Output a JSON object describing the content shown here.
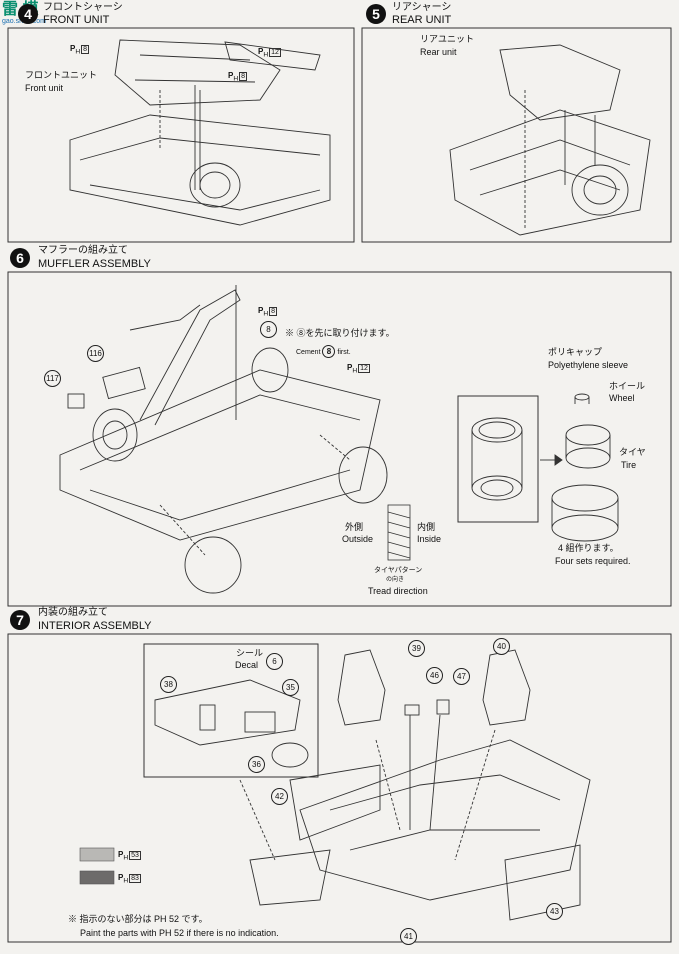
{
  "steps": {
    "s4": {
      "number": "4",
      "jp": "フロントシャーシ",
      "en": "FRONT UNIT"
    },
    "s5": {
      "number": "5",
      "jp": "リアシャーシ",
      "en": "REAR UNIT"
    },
    "s6": {
      "number": "6",
      "jp": "マフラーの組み立て",
      "en": "MUFFLER ASSEMBLY"
    },
    "s7": {
      "number": "7",
      "jp": "内装の組み立て",
      "en": "INTERIOR ASSEMBLY"
    }
  },
  "front_unit": {
    "jp": "フロントユニット",
    "en": "Front unit",
    "ph_a": "8",
    "ph_b": "12",
    "ph_c": "8"
  },
  "rear_unit": {
    "jp": "リアユニット",
    "en": "Rear unit"
  },
  "muffler": {
    "ph_top": "8",
    "ph_right": "12",
    "part_8": "8",
    "note_jp": "※ ⑧を先に取り付けます。",
    "note_en_prefix": "Cement",
    "note_en_part": "8",
    "note_en_suffix": "first.",
    "part_116": "116",
    "part_117": "117",
    "outside_jp": "外側",
    "outside_en": "Outside",
    "inside_jp": "内側",
    "inside_en": "Inside",
    "tread_jp": "タイヤパターン",
    "tread_jp2": "の向き",
    "tread_en": "Tread direction"
  },
  "wheel": {
    "sleeve_jp": "ポリキャップ",
    "sleeve_en": "Polyethylene sleeve",
    "wheel_jp": "ホイール",
    "wheel_en": "Wheel",
    "tire_jp": "タイヤ",
    "tire_en": "Tire",
    "sets_jp": "4 組作ります。",
    "sets_en": "Four sets required."
  },
  "interior": {
    "decal_jp": "シール",
    "decal_en": "Decal",
    "decal_num": "6",
    "p38": "38",
    "p35": "35",
    "p36": "36",
    "p39": "39",
    "p40": "40",
    "p46": "46",
    "p47": "47",
    "p42": "42",
    "p41": "41",
    "p43": "43",
    "swatch1": "53",
    "swatch2": "83",
    "footer_jp": "※ 指示のない部分は PH 52 です。",
    "footer_en": "Paint the parts with PH 52 if there is no indication."
  },
  "watermark": {
    "text": "雷 模",
    "url": "gao.shou.com"
  }
}
